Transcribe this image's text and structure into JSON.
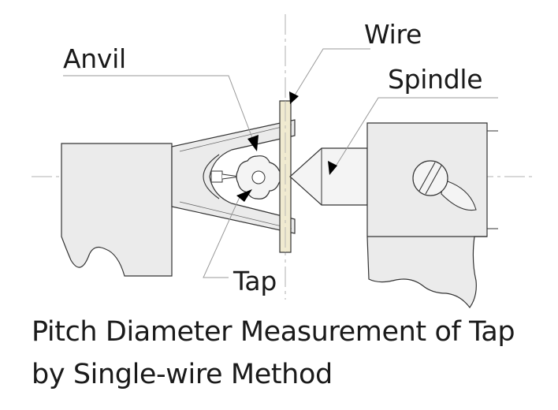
{
  "labels": {
    "wire": "Wire",
    "anvil": "Anvil",
    "spindle": "Spindle",
    "tap": "Tap"
  },
  "caption": {
    "line1": "Pitch Diameter Measurement of Tap",
    "line2": "by Single-wire Method"
  },
  "colors": {
    "outline": "#333333",
    "body_fill": "#ebebeb",
    "light_fill": "#f4f4f4",
    "wire_fill": "#f0ead0",
    "leader": "#999999",
    "arrow": "#000000",
    "text": "#1a1a1a"
  }
}
